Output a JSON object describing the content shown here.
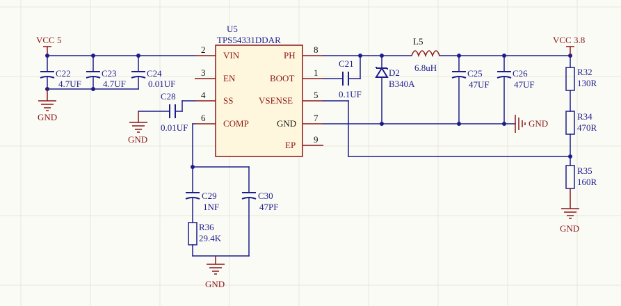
{
  "power": {
    "vcc_in": "VCC 5",
    "vcc_out": "VCC 3.8",
    "gnd": "GND"
  },
  "ic": {
    "ref": "U5",
    "part": "TPS54331DDAR",
    "left_pins": [
      {
        "num": "2",
        "name": "VIN"
      },
      {
        "num": "3",
        "name": "EN"
      },
      {
        "num": "4",
        "name": "SS"
      },
      {
        "num": "6",
        "name": "COMP"
      }
    ],
    "right_pins": [
      {
        "num": "8",
        "name": "PH"
      },
      {
        "num": "1",
        "name": "BOOT"
      },
      {
        "num": "5",
        "name": "VSENSE"
      },
      {
        "num": "7",
        "name": "GND"
      },
      {
        "num": "9",
        "name": "EP"
      }
    ]
  },
  "components": {
    "C22": {
      "ref": "C22",
      "value": "4.7UF"
    },
    "C23": {
      "ref": "C23",
      "value": "4.7UF"
    },
    "C24": {
      "ref": "C24",
      "value": "0.01UF"
    },
    "C28": {
      "ref": "C28",
      "value": "0.01UF"
    },
    "C21": {
      "ref": "C21",
      "value": "0.1UF"
    },
    "D2": {
      "ref": "D2",
      "value": "B340A"
    },
    "L5": {
      "ref": "L5",
      "value": "6.8uH"
    },
    "C25": {
      "ref": "C25",
      "value": "47UF"
    },
    "C26": {
      "ref": "C26",
      "value": "47UF"
    },
    "R32": {
      "ref": "R32",
      "value": "130R"
    },
    "R34": {
      "ref": "R34",
      "value": "470R"
    },
    "R35": {
      "ref": "R35",
      "value": "160R"
    },
    "C29": {
      "ref": "C29",
      "value": "1NF"
    },
    "C30": {
      "ref": "C30",
      "value": "47PF"
    },
    "R36": {
      "ref": "R36",
      "value": "29.4K"
    }
  },
  "colors": {
    "wire": "#1c1c8c",
    "part_outline": "#8a1616",
    "ic_fill": "#fff7dd",
    "background": "#fbfbf6"
  }
}
